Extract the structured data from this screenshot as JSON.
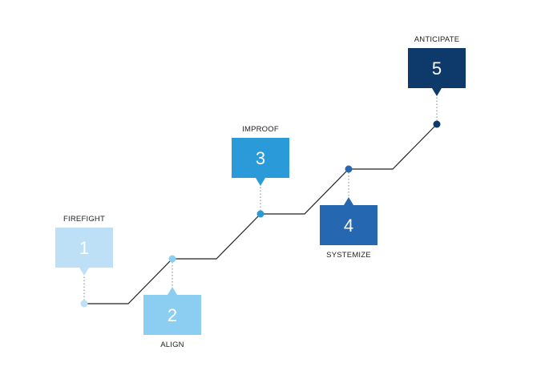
{
  "colors": {
    "background": "#ffffff",
    "line": "#222222",
    "connector": "#9a9a9a",
    "label": "#222222",
    "number": "#ffffff"
  },
  "steps": [
    {
      "number": "1",
      "label": "FIREFIGHT",
      "color": "#bde0f6",
      "callout": "above"
    },
    {
      "number": "2",
      "label": "ALIGN",
      "color": "#8ccdf2",
      "callout": "below"
    },
    {
      "number": "3",
      "label": "IMPROOF",
      "color": "#2b9ad8",
      "callout": "above"
    },
    {
      "number": "4",
      "label": "SYSTEMIZE",
      "color": "#2567b0",
      "callout": "below"
    },
    {
      "number": "5",
      "label": "ANTICIPATE",
      "color": "#0e3a6b",
      "callout": "above"
    }
  ]
}
